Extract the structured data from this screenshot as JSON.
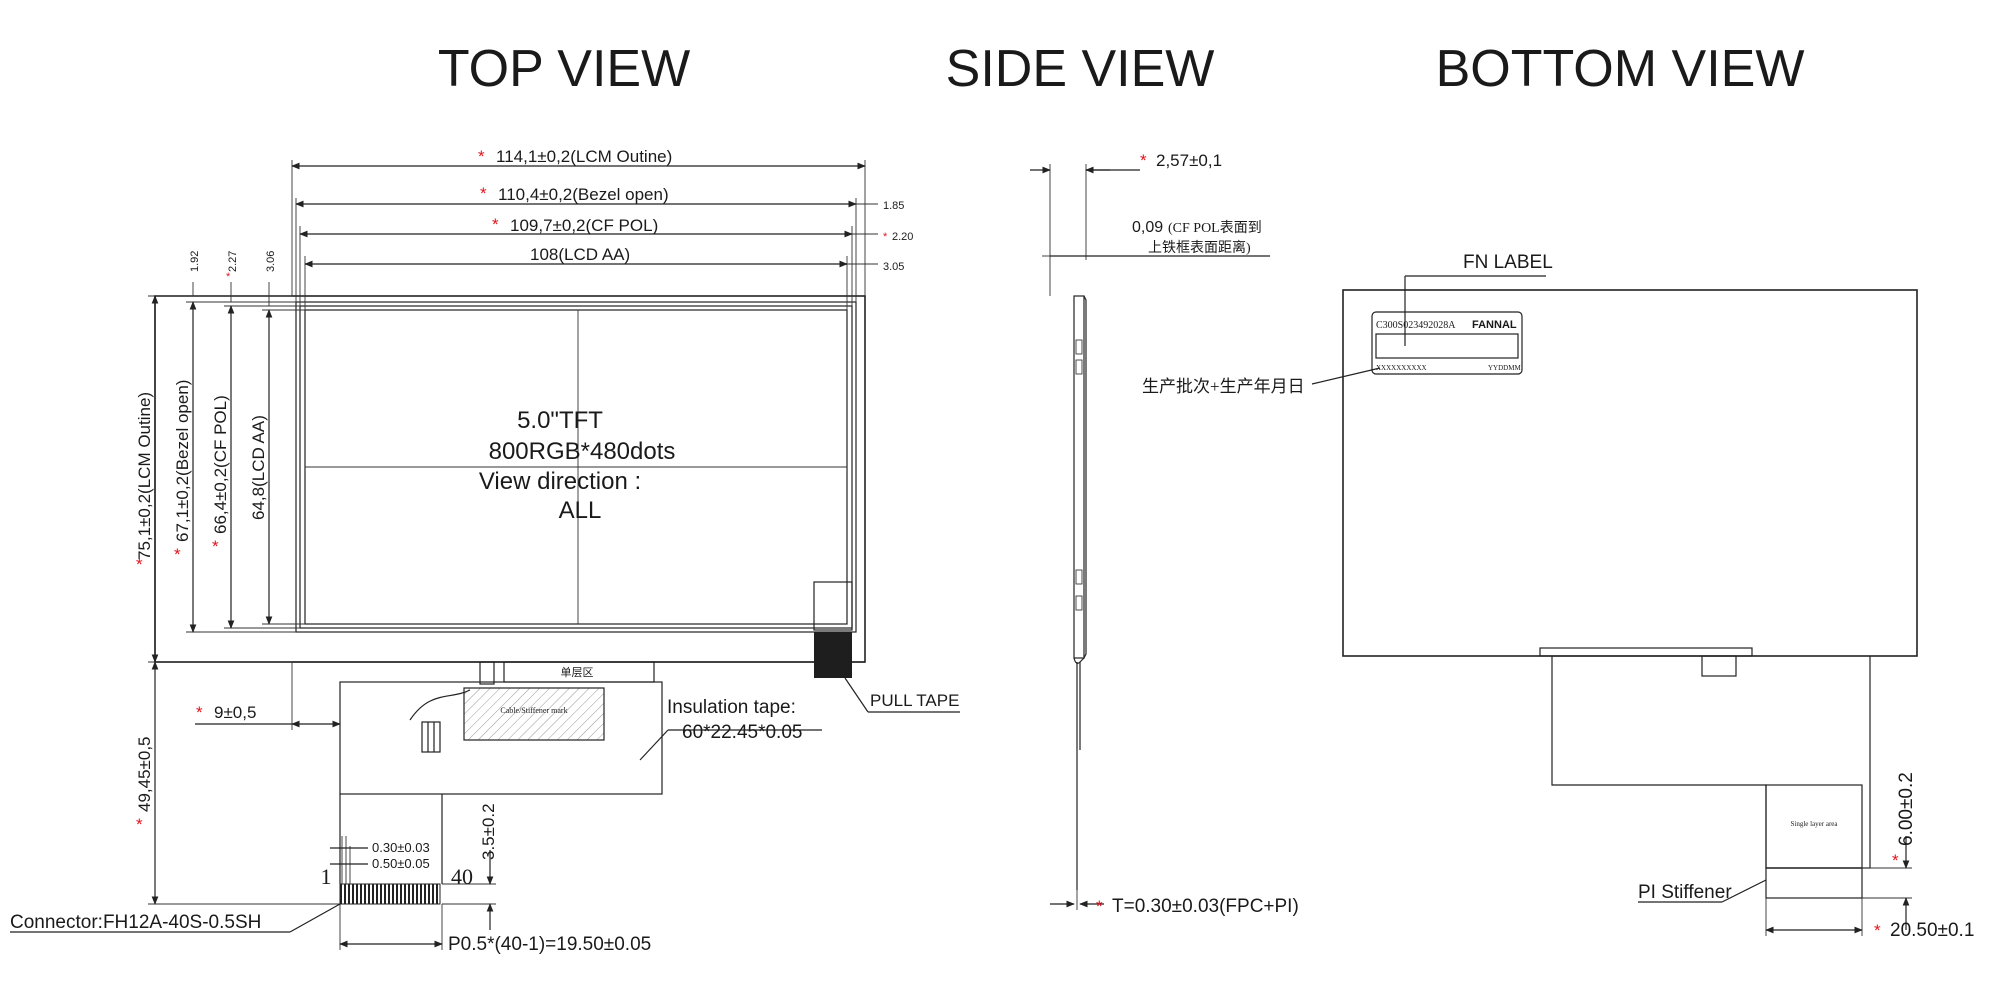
{
  "views": {
    "top": "TOP VIEW",
    "side": "SIDE VIEW",
    "bottom": "BOTTOM VIEW"
  },
  "top_dims": {
    "lcm_outline_w": "114,1±0,2(LCM Outine)",
    "bezel_open_w": "110,4±0,2(Bezel open)",
    "cf_pol_w": "109,7±0,2(CF POL)",
    "lcd_aa_w": "108(LCD AA)",
    "r1": "1.85",
    "r2": "2.20",
    "r3": "3.05",
    "t1": "1.92",
    "t2": "2.27",
    "t3": "3.06",
    "lcm_outline_h": "75,1±0,2(LCM Outine)",
    "bezel_open_h": "67,1±0,2(Bezel open)",
    "cf_pol_h": "66,4±0,2(CF POL)",
    "lcd_aa_h": "64,8(LCD AA)",
    "fpc_len": "49,45±0,5",
    "offset_9": "9±0,5",
    "pitch_030": "0.30±0.03",
    "pitch_050": "0.50±0.05",
    "pin_1": "1",
    "pin_40": "40",
    "fpc_35": "3.5±0.2",
    "pitch_total": "P0.5*(40-1)=19.50±0.05",
    "connector": "Connector:FH12A-40S-0.5SH",
    "tape_title": "Insulation tape:",
    "tape_size": "60*22.45*0.05",
    "pull_tape": "PULL TAPE",
    "label_dan": "单层区",
    "label_small": "Cable/Stiffener mark"
  },
  "screen_text": {
    "line1": "5.0\"TFT",
    "line2": "800RGB*480dots",
    "line3": "View direction :",
    "line4": "ALL"
  },
  "side_dims": {
    "thickness": "2,57±0,1",
    "gap_val": "0,09",
    "gap_line1": "(CF POL表面到",
    "gap_line2": "上铁框表面距离)",
    "fpc_t": "T=0.30±0.03(FPC+PI)"
  },
  "bottom_dims": {
    "fn_label": "FN LABEL",
    "serial": "C300S023492028A",
    "brand": "FANNAL",
    "sub_left": "XXXXXXXXXX",
    "sub_right": "YYDDMM",
    "batch_note": "生产批次+生产年月日",
    "stiffener_label": "PI Stiffener",
    "stiffener_small": "Single layer area",
    "stiff_h": "6.00±0.2",
    "stiff_w": "20.50±0.1"
  },
  "colors": {
    "line": "#222222",
    "critical_mark": "#e0141e",
    "background": "#ffffff"
  }
}
